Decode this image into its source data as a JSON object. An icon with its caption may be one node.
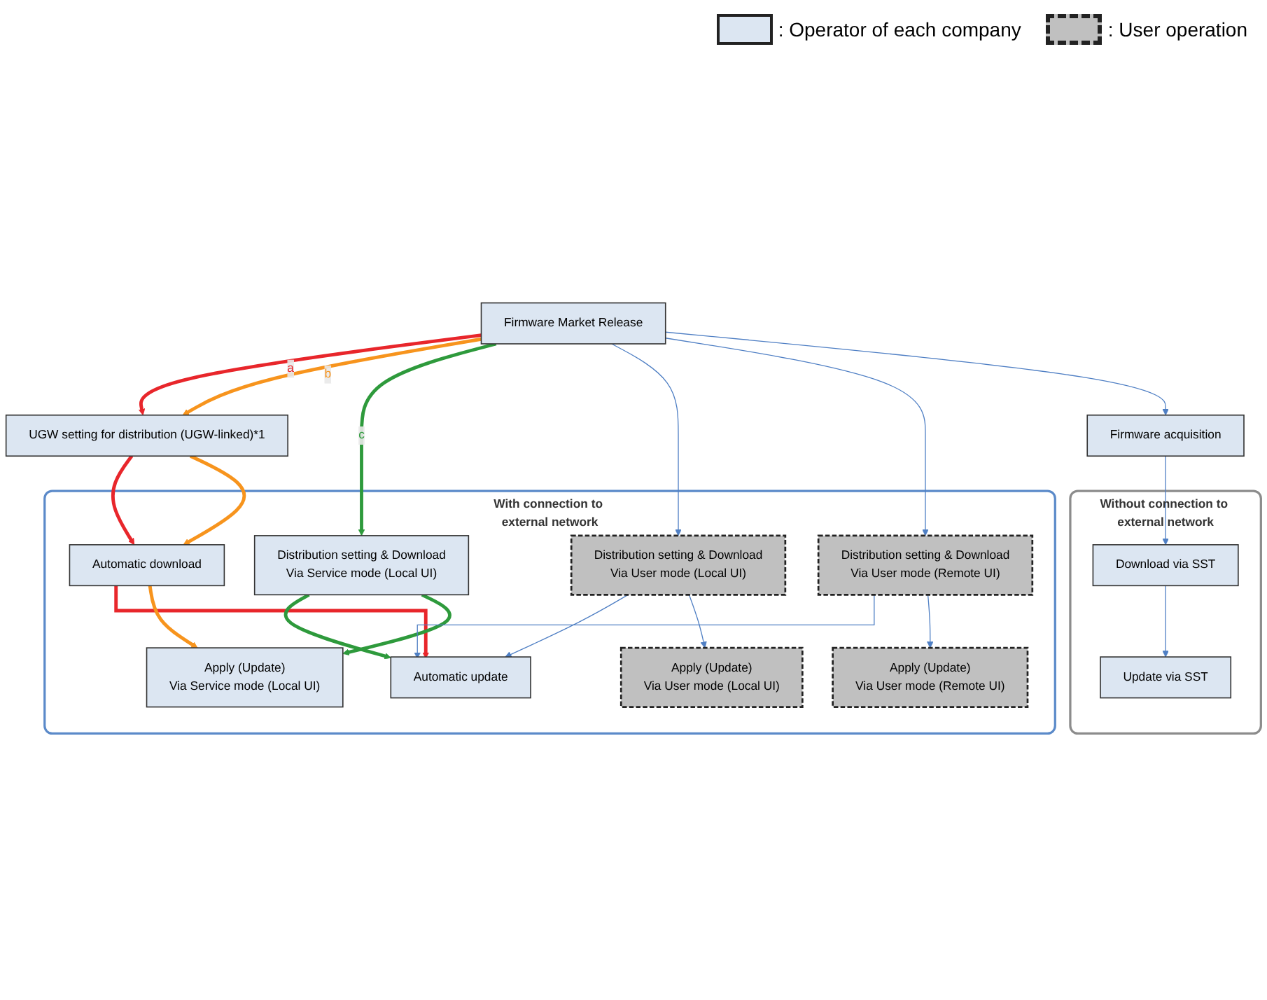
{
  "diagram": {
    "nodes": [
      {
        "text": [
          "Firmware Market Release"
        ]
      },
      {
        "text": [
          "UGW setting for distribution (UGW-linked)*1"
        ]
      },
      {
        "text": [
          "Firmware acquisition"
        ]
      },
      {
        "text": [
          "With connection to external network"
        ]
      },
      {
        "text": [
          "Automatic download"
        ],
        "in": 3
      },
      {
        "text": [
          "Distribution setting & Download",
          "Via Service mode (Local UI)"
        ],
        "in": 3
      },
      {
        "text": [
          "Distribution setting & Download",
          "Via User mode (Local UI)"
        ],
        "in": 3
      },
      {
        "text": [
          "Distribution setting & Download",
          "Via User mode (Remote UI)"
        ],
        "in": 3
      },
      {
        "text": [
          "Automatic update"
        ],
        "in": 3
      },
      {
        "text": [
          "Apply (Update)",
          "Via Service mode (Local UI)"
        ],
        "in": 3
      },
      {
        "text": [
          "Apply (Update)",
          "Via User mode (Local UI)"
        ],
        "in": 3
      },
      {
        "text": [
          "Apply (Update)",
          "Via User mode (Remote UI)"
        ],
        "in": 3
      },
      {
        "text": [
          "Without connection to external network"
        ]
      },
      {
        "text": [
          "Download via SST"
        ],
        "in": 12
      },
      {
        "text": [
          "Update via SST"
        ],
        "in": 12
      }
    ],
    "edges": [
      {
        "from": 0,
        "to": 1,
        "arrow": "to",
        "label": "a",
        "style": "thick",
        "color": "#e8262b"
      },
      {
        "from": 0,
        "to": 1,
        "arrow": "to",
        "label": "b",
        "style": "thick",
        "color": "#f7941d"
      },
      {
        "from": 0,
        "to": 5,
        "arrow": "to",
        "label": "c",
        "style": "thick",
        "color": "#2e9a3c"
      },
      {
        "from": 0,
        "to": 6,
        "arrow": "to"
      },
      {
        "from": 0,
        "to": 7,
        "arrow": "to"
      },
      {
        "from": 0,
        "to": 2,
        "arrow": "to"
      },
      {
        "from": 1,
        "to": 4,
        "arrow": "to",
        "style": "thick",
        "color": "#e8262b"
      },
      {
        "from": 1,
        "to": 4,
        "arrow": "to",
        "style": "thick",
        "color": "#f7941d"
      },
      {
        "from": 4,
        "to": 8,
        "arrow": "to",
        "style": "thick",
        "color": "#e8262b"
      },
      {
        "from": 4,
        "to": 9,
        "arrow": "to",
        "style": "thick",
        "color": "#f7941d"
      },
      {
        "from": 5,
        "to": 8,
        "arrow": "to",
        "style": "thick",
        "color": "#2e9a3c"
      },
      {
        "from": 5,
        "to": 9,
        "arrow": "to",
        "style": "thick",
        "color": "#2e9a3c"
      },
      {
        "from": 6,
        "to": 8,
        "arrow": "to"
      },
      {
        "from": 6,
        "to": 10,
        "arrow": "to"
      },
      {
        "from": 7,
        "to": 8,
        "arrow": "to"
      },
      {
        "from": 7,
        "to": 11,
        "arrow": "to"
      },
      {
        "from": 2,
        "to": 13,
        "arrow": "to"
      },
      {
        "from": 13,
        "to": 14,
        "arrow": "to"
      }
    ],
    "legend": [
      {
        "text": ": Operator of each company",
        "color": "#dce6f2"
      },
      {
        "text": ": User operation",
        "color": "#c0c0c0"
      }
    ]
  }
}
